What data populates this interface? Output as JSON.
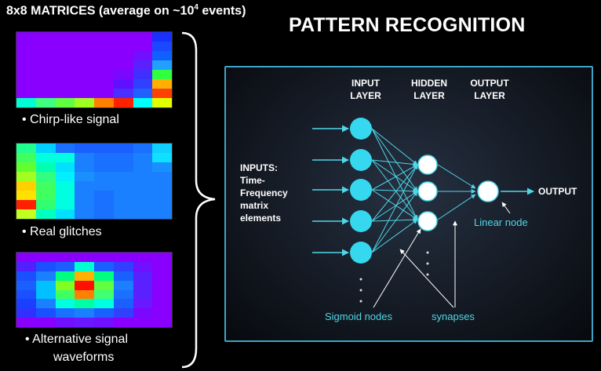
{
  "left": {
    "heading_prefix": "8x8  MATRICES (average on ~10",
    "heading_exp": "4",
    "heading_suffix": " events)",
    "brace": "}",
    "matrices": [
      {
        "caption": "• Chirp-like signal",
        "cells": [
          [
            "#8a00ff",
            "#8a00ff",
            "#8a00ff",
            "#8a00ff",
            "#8a00ff",
            "#8a00ff",
            "#8a00ff",
            "#1a30ff"
          ],
          [
            "#8a00ff",
            "#8a00ff",
            "#8a00ff",
            "#8a00ff",
            "#8a00ff",
            "#8a00ff",
            "#8a00ff",
            "#1a48ff"
          ],
          [
            "#8a00ff",
            "#8a00ff",
            "#8a00ff",
            "#8a00ff",
            "#8a00ff",
            "#8a00ff",
            "#7010ff",
            "#1060ff"
          ],
          [
            "#8a00ff",
            "#8a00ff",
            "#8a00ff",
            "#8a00ff",
            "#8a00ff",
            "#8a00ff",
            "#5a20ff",
            "#20a0ff"
          ],
          [
            "#8a00ff",
            "#8a00ff",
            "#8a00ff",
            "#8a00ff",
            "#8a00ff",
            "#7a08ff",
            "#4030ff",
            "#30ff40"
          ],
          [
            "#8a00ff",
            "#8a00ff",
            "#8a00ff",
            "#8a00ff",
            "#8a00ff",
            "#6010ff",
            "#3040ff",
            "#ffb000"
          ],
          [
            "#8a00ff",
            "#8a00ff",
            "#8a00ff",
            "#8a00ff",
            "#8a00ff",
            "#4830ff",
            "#2060ff",
            "#ff4000"
          ],
          [
            "#00ffd0",
            "#40ff80",
            "#60ff40",
            "#a0ff20",
            "#ff8000",
            "#ff2000",
            "#00ffff",
            "#e0ff00"
          ]
        ]
      },
      {
        "caption": "• Real glitches",
        "cells": [
          [
            "#20ff90",
            "#00d0ff",
            "#1a70ff",
            "#1a60ff",
            "#1a60ff",
            "#1a60ff",
            "#1a70ff",
            "#10d0ff"
          ],
          [
            "#40ff60",
            "#00ffe0",
            "#00ffe0",
            "#1a80ff",
            "#1a70ff",
            "#1a70ff",
            "#1a80ff",
            "#10e0ff"
          ],
          [
            "#60ff30",
            "#00ffb0",
            "#00e0ff",
            "#1a80ff",
            "#1a70ff",
            "#1a70ff",
            "#1a80ff",
            "#1a90ff"
          ],
          [
            "#a0ff20",
            "#30ff80",
            "#00f0ff",
            "#1a90ff",
            "#1a80ff",
            "#1a80ff",
            "#1a80ff",
            "#1a80ff"
          ],
          [
            "#ffd000",
            "#40ff60",
            "#00ffe0",
            "#1a80ff",
            "#1a80ff",
            "#1a80ff",
            "#1a80ff",
            "#1a80ff"
          ],
          [
            "#ffe000",
            "#40ff60",
            "#00ffe0",
            "#1a80ff",
            "#1a70ff",
            "#1a80ff",
            "#1a80ff",
            "#1a80ff"
          ],
          [
            "#ff2000",
            "#30ff70",
            "#00ffe0",
            "#1a80ff",
            "#1a70ff",
            "#1a80ff",
            "#1a80ff",
            "#1a80ff"
          ],
          [
            "#c0ff20",
            "#00ffc0",
            "#00e0ff",
            "#1a80ff",
            "#1a70ff",
            "#1a80ff",
            "#1a80ff",
            "#1a80ff"
          ]
        ]
      },
      {
        "caption": "• Alternative   signal",
        "caption2": "waveforms",
        "cells": [
          [
            "#8a00ff",
            "#8a00ff",
            "#8a00ff",
            "#8a00ff",
            "#8a00ff",
            "#8a00ff",
            "#8a00ff",
            "#8a00ff"
          ],
          [
            "#5020ff",
            "#1a50ff",
            "#1a60ff",
            "#00ffd0",
            "#1a60ff",
            "#3040ff",
            "#7010ff",
            "#8a00ff"
          ],
          [
            "#1a50ff",
            "#1a80ff",
            "#00ff80",
            "#ffb000",
            "#00ff80",
            "#1a60ff",
            "#5a20ff",
            "#8a00ff"
          ],
          [
            "#1a60ff",
            "#00c0ff",
            "#80ff20",
            "#ff1000",
            "#60ff40",
            "#1a80ff",
            "#5a20ff",
            "#8a00ff"
          ],
          [
            "#1a50ff",
            "#00c0ff",
            "#40ff60",
            "#ff8000",
            "#40ff70",
            "#1a70ff",
            "#5a20ff",
            "#8a00ff"
          ],
          [
            "#1a40ff",
            "#1a80ff",
            "#00ffe0",
            "#00ffa0",
            "#00ffe0",
            "#1a60ff",
            "#6a18ff",
            "#8a00ff"
          ],
          [
            "#3030ff",
            "#1a50ff",
            "#1a70ff",
            "#1a80ff",
            "#1a60ff",
            "#3040ff",
            "#7a08ff",
            "#8a00ff"
          ],
          [
            "#8a00ff",
            "#8a00ff",
            "#7010ff",
            "#6a18ff",
            "#7010ff",
            "#8a00ff",
            "#8a00ff",
            "#8a00ff"
          ]
        ]
      }
    ]
  },
  "title": "PATTERN RECOGNITION",
  "network": {
    "input_layer": [
      "INPUT",
      "LAYER"
    ],
    "hidden_layer": [
      "HIDDEN",
      "LAYER"
    ],
    "output_layer": [
      "OUTPUT",
      "LAYER"
    ],
    "inputs_label": [
      "INPUTS:",
      "Time-",
      "Frequency",
      "matrix",
      "elements"
    ],
    "output_label": "OUTPUT",
    "linear_node_label": "Linear node",
    "sigmoid_label": "Sigmoid nodes",
    "synapses_label": "synapses",
    "colors": {
      "panel_border": "#3fa3c6",
      "cyan": "#4fd7e7",
      "input_node": "#35d8ee"
    }
  }
}
